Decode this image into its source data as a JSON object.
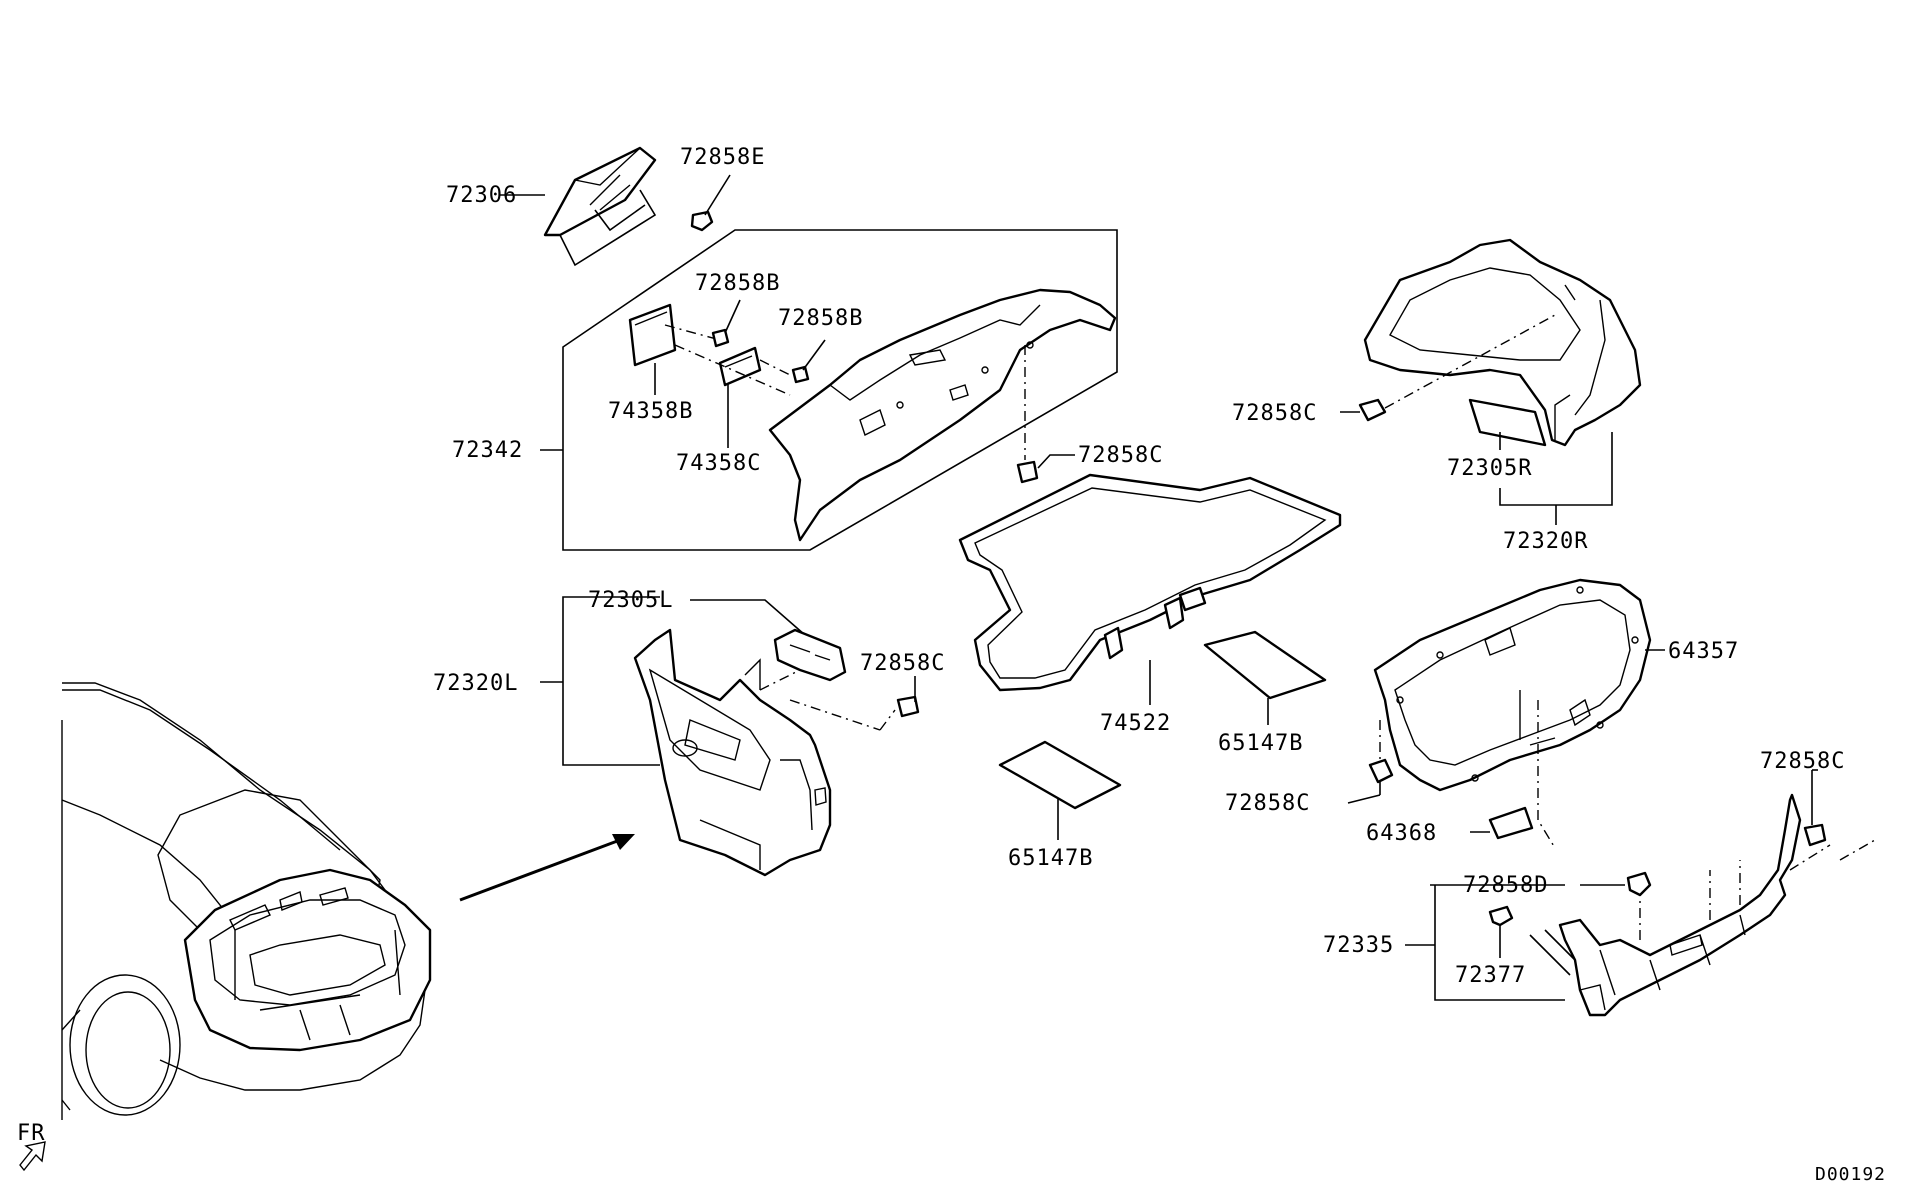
{
  "labels": {
    "l72306": "72306",
    "l72858E": "72858E",
    "l72858B_1": "72858B",
    "l72858B_2": "72858B",
    "l74358B": "74358B",
    "l74358C": "74358C",
    "l72342": "72342",
    "l72858C_1": "72858C",
    "l72858C_2": "72858C",
    "l72305R": "72305R",
    "l72320R": "72320R",
    "l72305L": "72305L",
    "l72320L": "72320L",
    "l72858C_3": "72858C",
    "l74522": "74522",
    "l65147B_1": "65147B",
    "l65147B_2": "65147B",
    "l64357": "64357",
    "l72858C_4": "72858C",
    "l64368": "64368",
    "l72858C_5": "72858C",
    "l72858D": "72858D",
    "l72335": "72335",
    "l72377": "72377",
    "fr": "FR",
    "code": "D00192"
  }
}
